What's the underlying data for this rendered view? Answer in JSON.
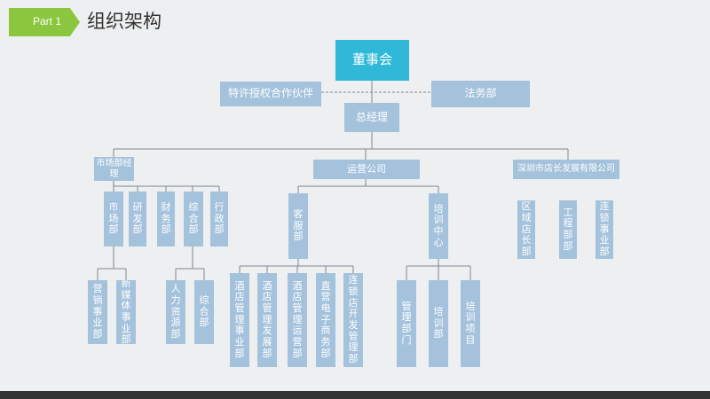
{
  "part_label": "Part 1",
  "page_title": "组织架构",
  "colors": {
    "accent_green": "#8cc63f",
    "top_box": "#2fb8d8",
    "box": "#a4c2dc",
    "line": "#7a8896"
  },
  "org": {
    "board": "董事会",
    "franchise": "特许授权合作伙伴",
    "legal": "法务部",
    "gm": "总经理",
    "left_group": {
      "head": "市场部经理",
      "depts": [
        "市场部",
        "研发部",
        "财务部",
        "综合部",
        "行政部"
      ],
      "market_subs": [
        "营销事业部",
        "新媒体事业部"
      ],
      "general_subs": [
        "人力资源部",
        "综合部"
      ]
    },
    "mid_group": {
      "head": "运营公司",
      "left_child": "客服部",
      "right_child": "培训中心",
      "ops_subs": [
        "酒店管理事业部",
        "酒店管理发展部",
        "酒店管理运营部",
        "直营电子商务部",
        "连锁店开发管理部"
      ],
      "center_subs": [
        "管理部门",
        "培训部",
        "培训项目"
      ]
    },
    "right_group": {
      "head": "深圳市店长发展有限公司",
      "subs": [
        "区域店长部",
        "工程部部",
        "连锁事业部"
      ]
    }
  }
}
